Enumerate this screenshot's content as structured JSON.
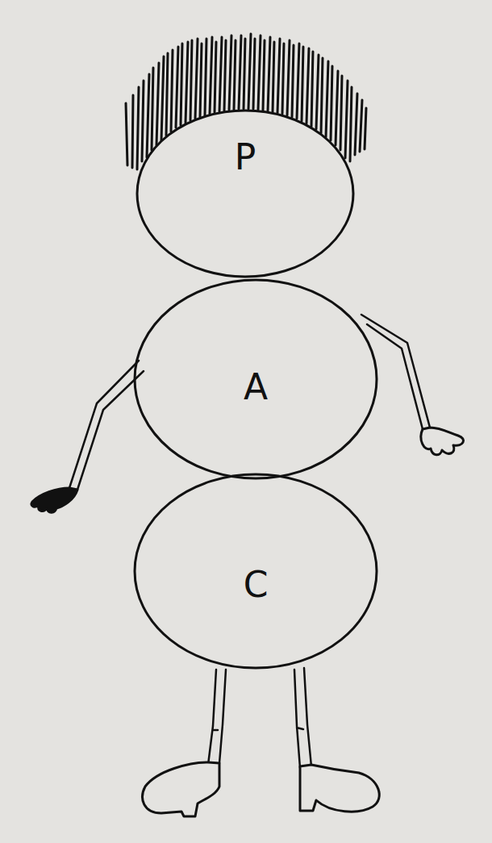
{
  "diagram": {
    "nodes": [
      {
        "text": [
          "P"
        ]
      },
      {
        "text": [
          "A"
        ]
      },
      {
        "text": [
          "C"
        ]
      }
    ]
  }
}
